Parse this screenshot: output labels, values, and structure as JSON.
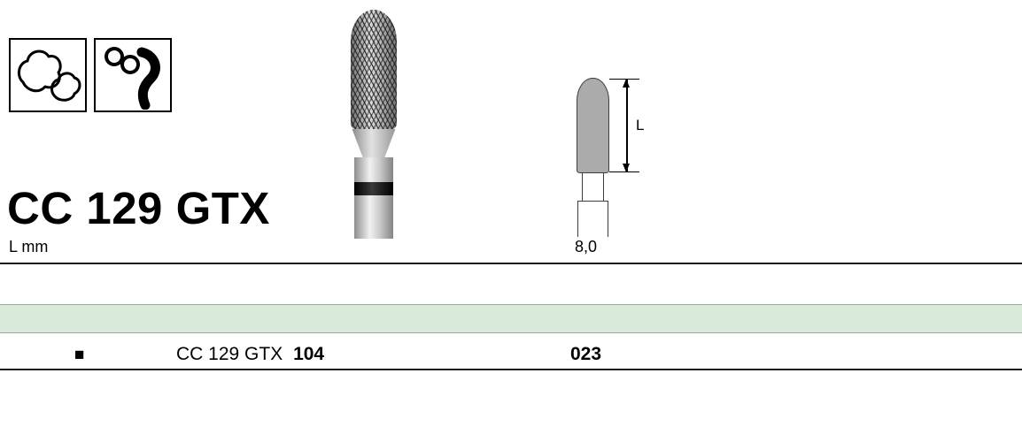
{
  "product": {
    "title": "CC 129 GTX",
    "name": "CC 129 GTX",
    "number": "104",
    "size": "023",
    "marker": "■"
  },
  "dimensions": {
    "unit_label": "L mm",
    "length_value": "8,0",
    "dimension_symbol": "L"
  },
  "icons": {
    "left": "crown-prosthetics-icon",
    "right": "clasp-icon"
  },
  "colors": {
    "band_green": "#d9e9da",
    "diagram_fill": "#ababab",
    "band_black": "#000000"
  }
}
